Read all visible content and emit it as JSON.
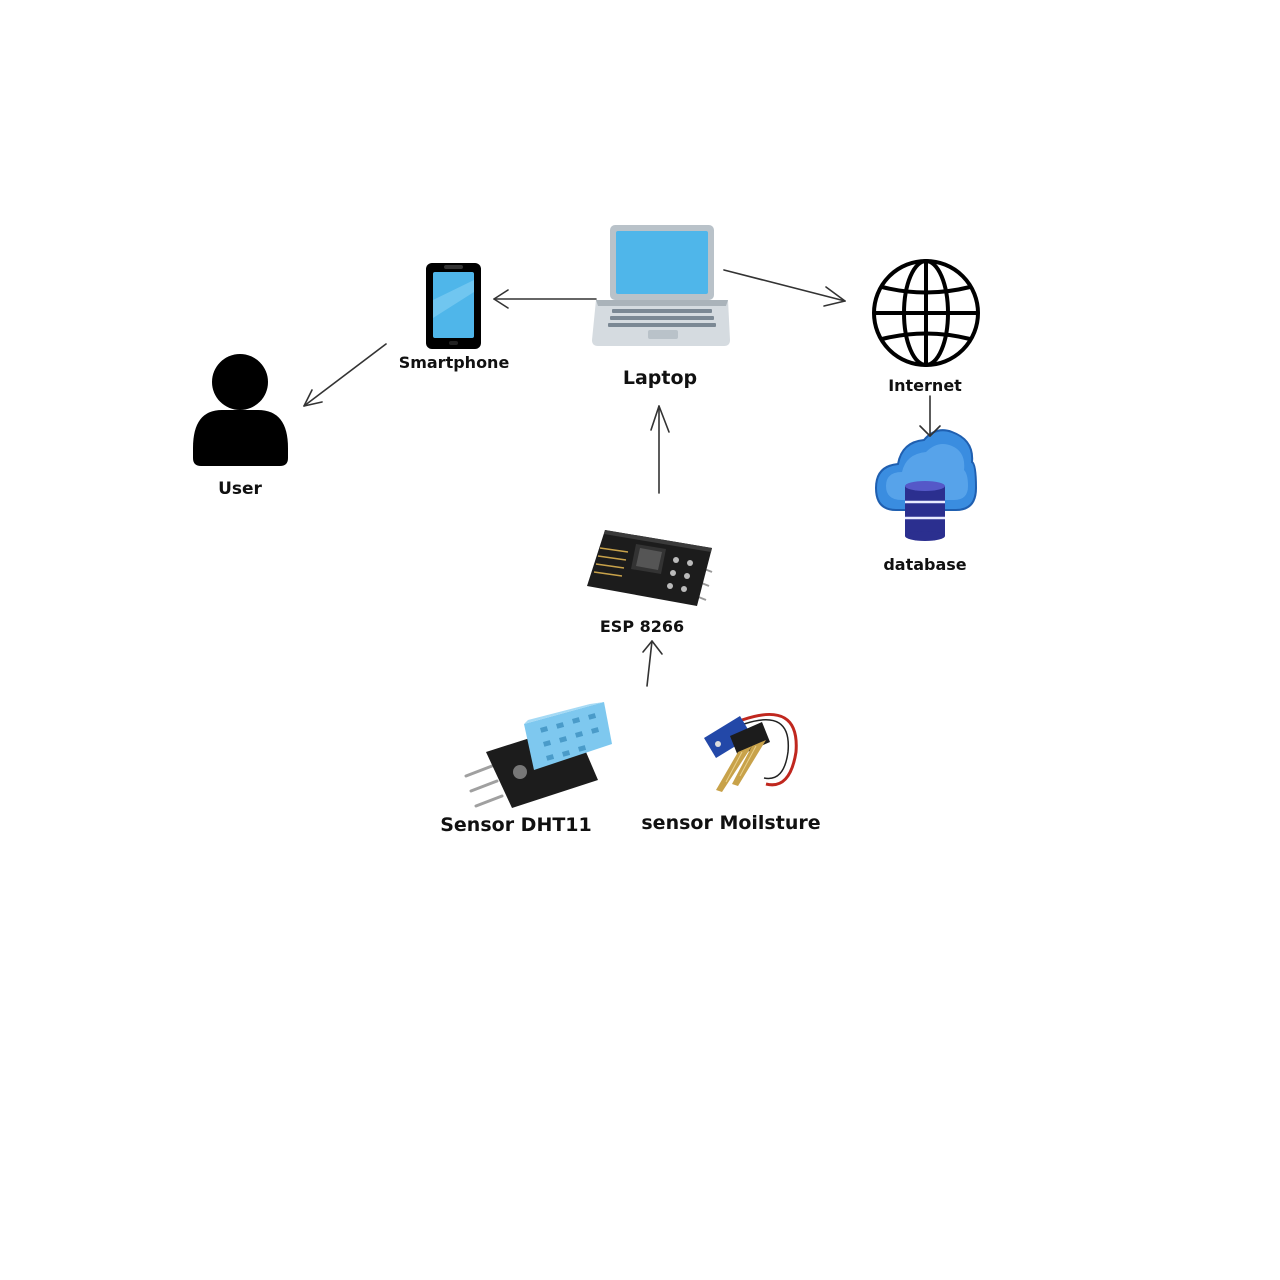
{
  "nodes": {
    "user": {
      "label": "User",
      "icon": "user-icon"
    },
    "smartphone": {
      "label": "Smartphone",
      "icon": "smartphone-icon"
    },
    "laptop": {
      "label": "Laptop",
      "icon": "laptop-icon"
    },
    "internet": {
      "label": "Internet",
      "icon": "globe-icon"
    },
    "database": {
      "label": "database",
      "icon": "cloud-database-icon"
    },
    "esp": {
      "label": "ESP 8266",
      "icon": "esp8266-module-icon"
    },
    "dht11": {
      "label": "Sensor DHT11",
      "icon": "dht11-sensor-icon"
    },
    "moisture": {
      "label": "sensor Moilsture",
      "icon": "soil-moisture-sensor-icon"
    }
  },
  "edges": [
    {
      "from": "laptop",
      "to": "smartphone"
    },
    {
      "from": "smartphone",
      "to": "user"
    },
    {
      "from": "laptop",
      "to": "internet"
    },
    {
      "from": "internet",
      "to": "database"
    },
    {
      "from": "esp",
      "to": "laptop"
    },
    {
      "from": "sensors",
      "to": "esp"
    }
  ],
  "colors": {
    "screen_blue": "#4fb6ea",
    "device_gray": "#b9c2c9",
    "cloud_blue": "#3a8de0",
    "db_navy": "#2b2f8f",
    "sensor_blue": "#7ec8ef",
    "pcb_black": "#1c1c1c",
    "wire_red": "#c0271e",
    "probe_gold": "#c8a24a"
  }
}
